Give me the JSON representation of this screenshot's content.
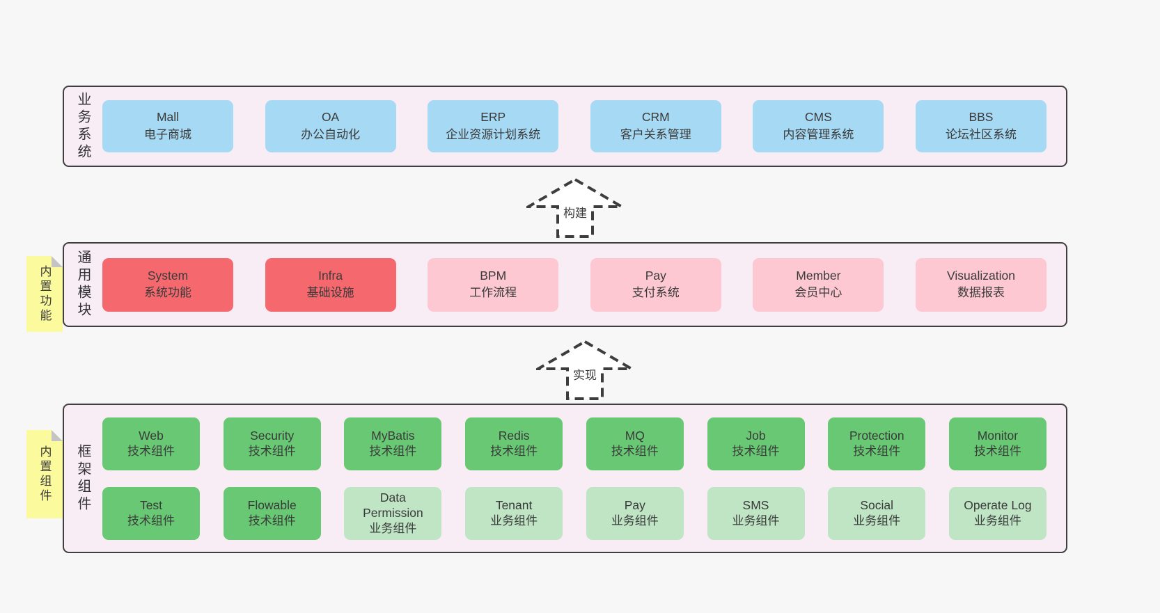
{
  "colors": {
    "page_bg": "#f7f7f7",
    "panel_bg": "#f8edf5",
    "panel_border": "#3f3f3f",
    "blue": "#a6d9f3",
    "red": "#f5686e",
    "pink": "#fdc8d2",
    "green": "#68c873",
    "light_green": "#bfe5c5",
    "note_yellow": "#fbfb9d",
    "note_fold": "#c4c4c4",
    "text": "#3a3a3a"
  },
  "arrows": [
    {
      "label": "构建"
    },
    {
      "label": "实现"
    }
  ],
  "sections": [
    {
      "side_label": "业务系统",
      "note": "",
      "rows": [
        [
          {
            "name": "Mall",
            "desc": "电子商城",
            "type": "blue"
          },
          {
            "name": "OA",
            "desc": "办公自动化",
            "type": "blue"
          },
          {
            "name": "ERP",
            "desc": "企业资源计划系统",
            "type": "blue"
          },
          {
            "name": "CRM",
            "desc": "客户关系管理",
            "type": "blue"
          },
          {
            "name": "CMS",
            "desc": "内容管理系统",
            "type": "blue"
          },
          {
            "name": "BBS",
            "desc": "论坛社区系统",
            "type": "blue"
          }
        ]
      ]
    },
    {
      "side_label": "通用模块",
      "note": "内置功能",
      "rows": [
        [
          {
            "name": "System",
            "desc": "系统功能",
            "type": "red"
          },
          {
            "name": "Infra",
            "desc": "基础设施",
            "type": "red"
          },
          {
            "name": "BPM",
            "desc": "工作流程",
            "type": "pink"
          },
          {
            "name": "Pay",
            "desc": "支付系统",
            "type": "pink"
          },
          {
            "name": "Member",
            "desc": "会员中心",
            "type": "pink"
          },
          {
            "name": "Visualization",
            "desc": "数据报表",
            "type": "pink"
          }
        ]
      ]
    },
    {
      "side_label": "框架组件",
      "note": "内置组件",
      "rows": [
        [
          {
            "name": "Web",
            "desc": "技术组件",
            "type": "green"
          },
          {
            "name": "Security",
            "desc": "技术组件",
            "type": "green"
          },
          {
            "name": "MyBatis",
            "desc": "技术组件",
            "type": "green"
          },
          {
            "name": "Redis",
            "desc": "技术组件",
            "type": "green"
          },
          {
            "name": "MQ",
            "desc": "技术组件",
            "type": "green"
          },
          {
            "name": "Job",
            "desc": "技术组件",
            "type": "green"
          },
          {
            "name": "Protection",
            "desc": "技术组件",
            "type": "green"
          },
          {
            "name": "Monitor",
            "desc": "技术组件",
            "type": "green"
          }
        ],
        [
          {
            "name": "Test",
            "desc": "技术组件",
            "type": "green"
          },
          {
            "name": "Flowable",
            "desc": "技术组件",
            "type": "green"
          },
          {
            "name": "Data Permission",
            "desc": "业务组件",
            "type": "light_green"
          },
          {
            "name": "Tenant",
            "desc": "业务组件",
            "type": "light_green"
          },
          {
            "name": "Pay",
            "desc": "业务组件",
            "type": "light_green"
          },
          {
            "name": "SMS",
            "desc": "业务组件",
            "type": "light_green"
          },
          {
            "name": "Social",
            "desc": "业务组件",
            "type": "light_green"
          },
          {
            "name": "Operate Log",
            "desc": "业务组件",
            "type": "light_green"
          }
        ]
      ]
    }
  ]
}
